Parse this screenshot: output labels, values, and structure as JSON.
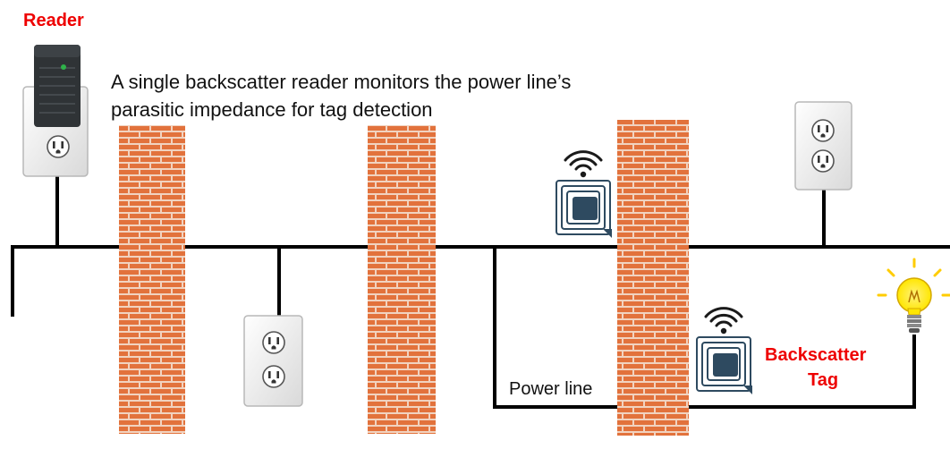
{
  "diagram": {
    "reader_label": "Reader",
    "caption_line1": "A single backscatter reader monitors the power line’s",
    "caption_line2": "parasitic impedance for tag detection",
    "power_line_label": "Power line",
    "tag_label_line1": "Backscatter",
    "tag_label_line2": "Tag"
  },
  "colors": {
    "brick": "#e2723c",
    "mortar": "#f1d3c0",
    "wire": "#000000",
    "accent_red": "#ee0000",
    "tag_icon": "#2e4a60",
    "bulb": "#ffe600"
  },
  "icons": [
    "reader-device-icon",
    "outlet-icon",
    "brick-wall-icon",
    "rfid-tag-icon",
    "wifi-signal-icon",
    "light-bulb-icon"
  ]
}
